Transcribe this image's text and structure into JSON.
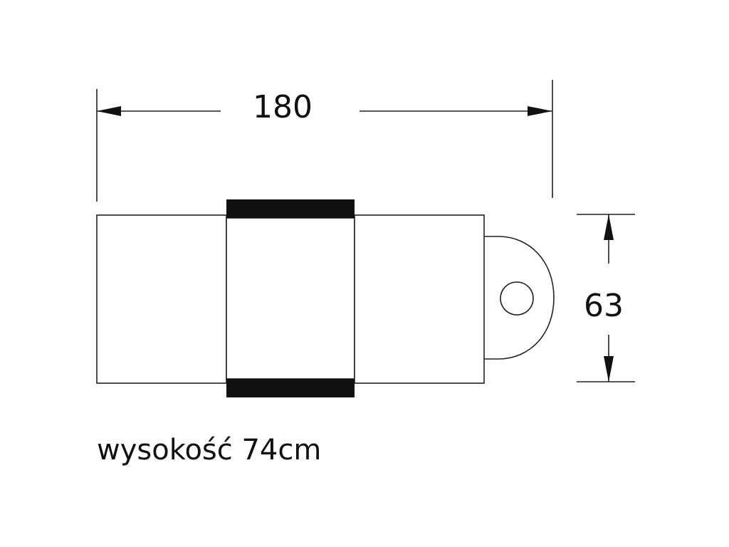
{
  "diagram": {
    "width_label": "180",
    "depth_label": "63",
    "height_note": "wysokość 74cm"
  }
}
